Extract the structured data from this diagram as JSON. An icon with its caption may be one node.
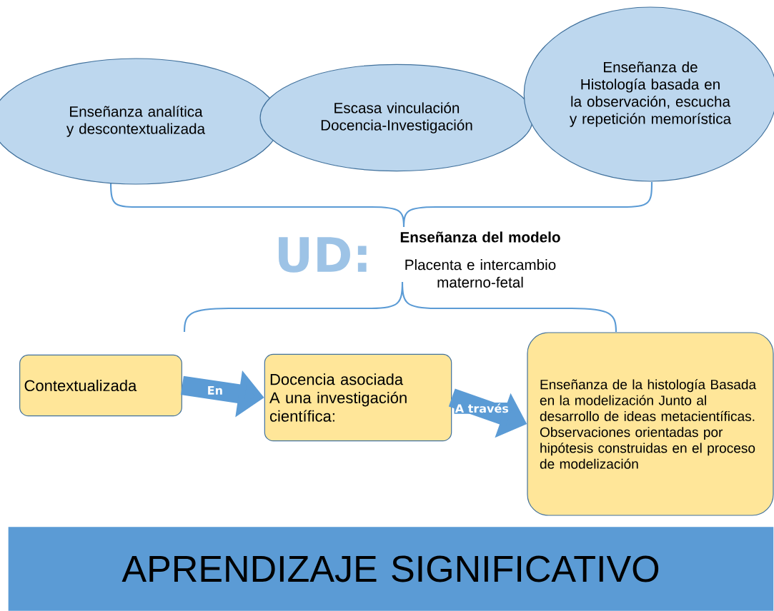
{
  "diagram": {
    "nodes": [
      {
        "text": [
          "Enseñanza analítica y descontextualizada"
        ]
      },
      {
        "text": [
          "Escasa vinculación Docencia-Investigación"
        ]
      },
      {
        "text": [
          "Enseñanza de Histología basada en la observación, escucha y repetición memorística"
        ]
      },
      {
        "text": [
          "Contextualizada"
        ]
      },
      {
        "text": [
          "Docencia asociada A una investigación científica:"
        ]
      },
      {
        "text": [
          "Enseñanza de la histología Basada en la modelización Junto al desarrollo de ideas metacientíficas. Observaciones orientadas por hipótesis construidas en el proceso de modelización"
        ]
      },
      {
        "text": [
          "APRENDIZAJE SIGNIFICATIVO"
        ]
      }
    ],
    "edges": [
      {
        "from": 3,
        "to": 4,
        "arrow": "to",
        "label": "En"
      },
      {
        "from": 4,
        "to": 5,
        "arrow": "to",
        "label": "A través"
      }
    ],
    "labels": [
      "UD:",
      "Enseñanza del modelo",
      "Placenta e intercambio materno-fetal"
    ]
  }
}
